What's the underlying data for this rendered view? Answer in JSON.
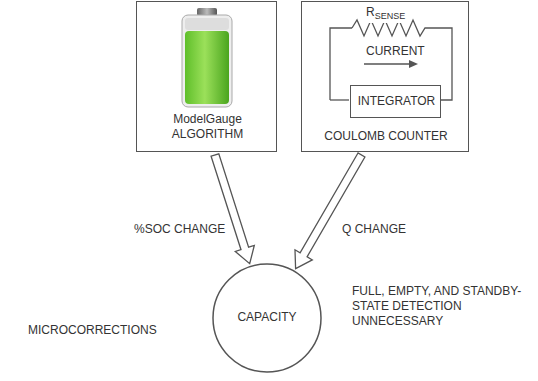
{
  "diagram": {
    "nodes": [
      {
        "text": [
          "ModelGauge ALGORITHM"
        ]
      },
      {
        "text": [
          "COULOMB COUNTER"
        ]
      },
      {
        "text": [
          "INTEGRATOR"
        ],
        "in": 1
      },
      {
        "text": [
          "CAPACITY"
        ]
      }
    ],
    "edges": [
      {
        "from": 0,
        "to": 3,
        "arrow": "to",
        "label": "%SOC CHANGE"
      },
      {
        "from": 1,
        "to": 3,
        "arrow": "to",
        "label": "Q CHANGE"
      }
    ],
    "labels": [
      "R",
      "SENSE",
      "CURRENT",
      "MICROCORRECTIONS",
      "FULL, EMPTY, AND STANDBY-STATE DETECTION UNNECESSARY"
    ]
  }
}
